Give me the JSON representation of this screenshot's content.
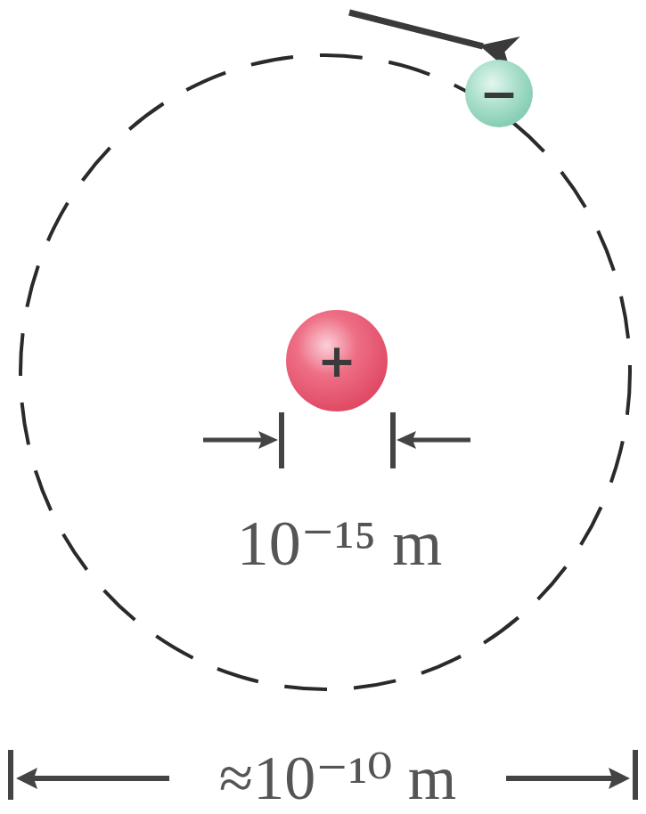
{
  "diagram": {
    "nodes": [
      {
        "text": [
          "−"
        ]
      },
      {
        "text": [
          "+"
        ]
      }
    ],
    "labels": [
      "10⁻¹⁵ m",
      "≈10⁻¹⁰ m"
    ]
  }
}
